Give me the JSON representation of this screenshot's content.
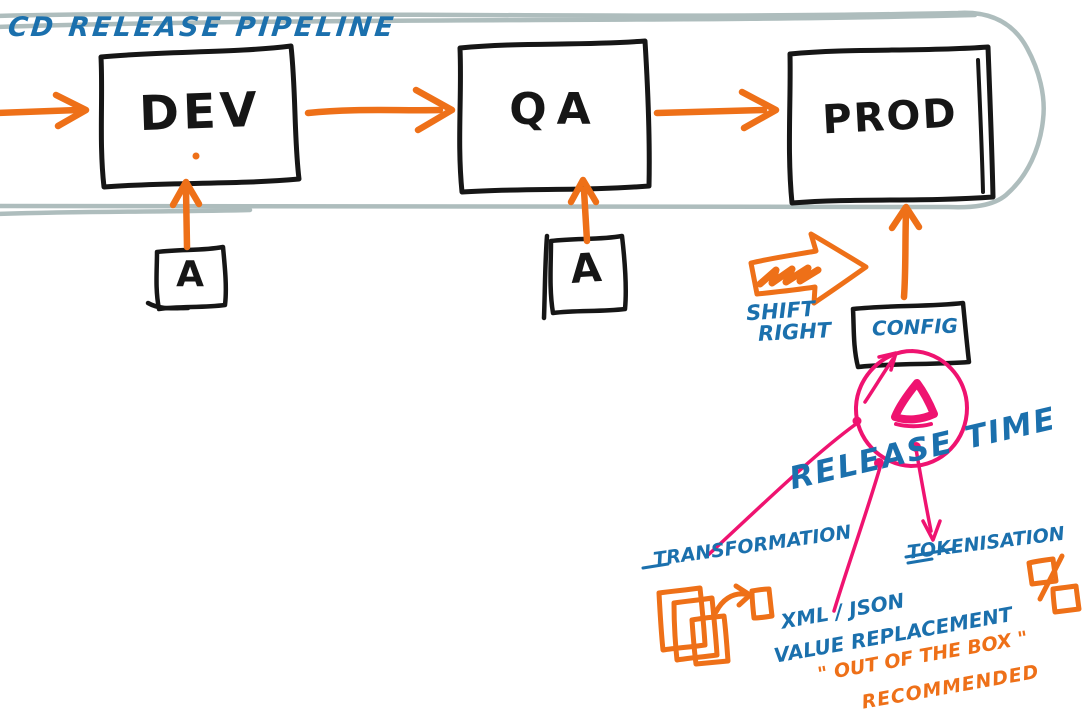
{
  "diagram": {
    "title": "CD RELEASE PIPELINE",
    "stages": [
      {
        "label": "DEV"
      },
      {
        "label": "QA"
      },
      {
        "label": "PROD"
      }
    ],
    "artifact_letter": "A",
    "shift_right": {
      "line1": "SHIFT",
      "line2": "RIGHT"
    },
    "config_label": "CONFIG",
    "release_time": "RELEASE TIME",
    "techniques": {
      "transformation": "TRANSFORMATION",
      "tokenisation": "TOKENISATION",
      "xml_json": "XML / JSON",
      "value_replacement": "VALUE REPLACEMENT"
    },
    "note": {
      "line1": "\" OUT OF THE BOX \"",
      "line2": "RECOMMENDED"
    }
  },
  "icons": {
    "artifact": "artifact-box-with-A",
    "shift_right_arrow": "block-arrow-right-scribble",
    "delta": "delta-triangle",
    "documents_stack": "overlapping-documents",
    "document": "single-document",
    "token": "token-percent-squares"
  },
  "colors": {
    "ink": "#161616",
    "orange": "#ee7018",
    "blue": "#1b70ad",
    "pink": "#ef1370",
    "pipeline_gray": "#aebdbd",
    "background": "#ffffff"
  }
}
